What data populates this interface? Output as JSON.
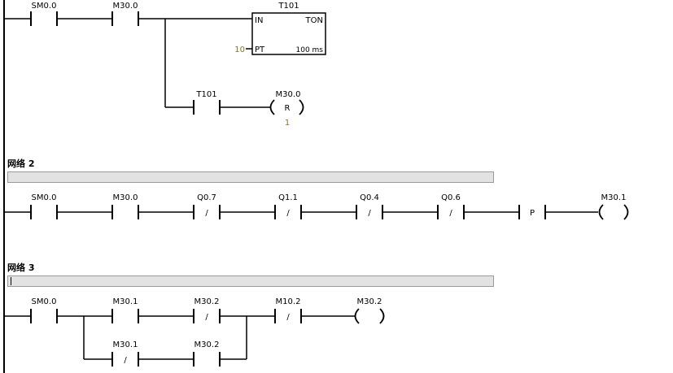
{
  "networks": [
    {
      "title": "",
      "contacts": [
        {
          "address": "SM0.0",
          "negated": false
        },
        {
          "address": "M30.0",
          "negated": false
        },
        {
          "address": "T101",
          "negated": false
        }
      ],
      "timer": {
        "name": "T101",
        "in_label": "IN",
        "type_label": "TON",
        "pt_label": "PT",
        "preset": "10",
        "timebase": "100 ms"
      },
      "coils": [
        {
          "address": "M30.0",
          "symbol": "R",
          "count": "1"
        }
      ]
    },
    {
      "title": "网络 2",
      "contacts": [
        {
          "address": "SM0.0",
          "negated": false
        },
        {
          "address": "M30.0",
          "negated": false
        },
        {
          "address": "Q0.7",
          "negated": true,
          "symbol": "/"
        },
        {
          "address": "Q1.1",
          "negated": true,
          "symbol": "/"
        },
        {
          "address": "Q0.4",
          "negated": true,
          "symbol": "/"
        },
        {
          "address": "Q0.6",
          "negated": true,
          "symbol": "/"
        }
      ],
      "edge": {
        "symbol": "P"
      },
      "coils": [
        {
          "address": "M30.1",
          "symbol": ""
        }
      ]
    },
    {
      "title": "网络 3",
      "contacts": [
        {
          "address": "SM0.0",
          "negated": false
        },
        {
          "address": "M30.1",
          "negated": false
        },
        {
          "address": "M30.2",
          "negated": true,
          "symbol": "/"
        },
        {
          "address": "M10.2",
          "negated": true,
          "symbol": "/"
        },
        {
          "address": "M30.1",
          "negated": true,
          "symbol": "/"
        },
        {
          "address": "M30.2",
          "negated": false
        }
      ],
      "coils": [
        {
          "address": "M30.2",
          "symbol": ""
        }
      ]
    }
  ],
  "colors": {
    "line": "#000000",
    "parameter": "#8a7a00",
    "comment_bar": "#e2e2e2"
  }
}
